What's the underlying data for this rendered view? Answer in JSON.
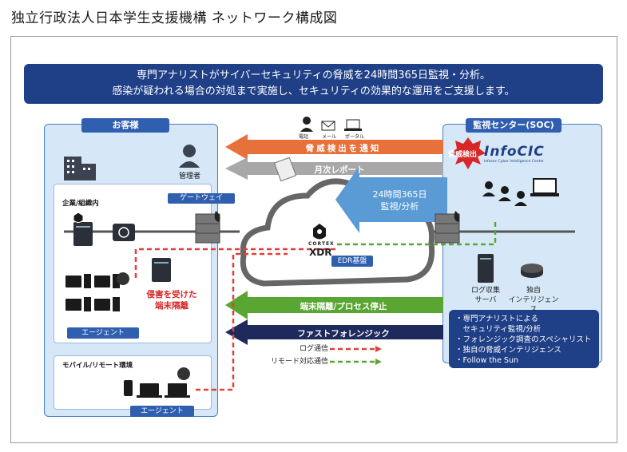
{
  "page_title": "独立行政法人日本学生支援機構 ネットワーク構成図",
  "banner": {
    "line1": "専門アナリストがサイバーセキュリティの脅威を24時間365日監視・分析。",
    "line2": "感染が疑われる場合の対処まで実施し、セキュリティの効果的な運用をご支援します。"
  },
  "customer": {
    "title": "お客様",
    "admin_label": "管理者",
    "corp_label": "企業/組織内",
    "gateway_label": "ゲートウェイ",
    "infected_label_1": "侵害を受けた",
    "infected_label_2": "端末隔離",
    "agent_label": "エージェント",
    "mobile_label": "モバイル/リモート環境",
    "agent_label_2": "エージェント"
  },
  "contact": {
    "phone": "電話",
    "mail": "メール",
    "portal": "ポータル"
  },
  "arrows": {
    "notify": "脅威検出を通知",
    "report": "月次レポート",
    "monitor_1": "24時間365日",
    "monitor_2": "監視/分析",
    "isolate": "端末隔離/プロセス停止",
    "forensic": "ファストフォレンジック"
  },
  "cloud": {
    "product_1": "CORTEX",
    "product_2": "XDR",
    "edr_label": "EDR基盤"
  },
  "soc": {
    "title": "監視センター(SOC)",
    "detect_badge": "脅威検出",
    "brand": "InfoCIC",
    "brand_sub": "Infosec Cyber Intelligence Center",
    "log_server_1": "ログ収集",
    "log_server_2": "サーバ",
    "intel_1": "独自",
    "intel_2": "インテリジェンス",
    "features": [
      "・専門アナリストによる",
      "　セキュリティ監視/分析",
      "・フォレンジック調査のスペシャリスト",
      "・独自の脅威インテリジェンス",
      "・Follow the Sun"
    ]
  },
  "legend": {
    "log": "ログ通信",
    "remote": "リモード対応通信"
  },
  "colors": {
    "navy": "#1f3f87",
    "orange": "#e8703a",
    "green": "#5aa632",
    "gray": "#9a9a9a",
    "light_blue": "#5b9bd5",
    "red_dash": "#e0413a",
    "green_dash": "#5aa632"
  }
}
